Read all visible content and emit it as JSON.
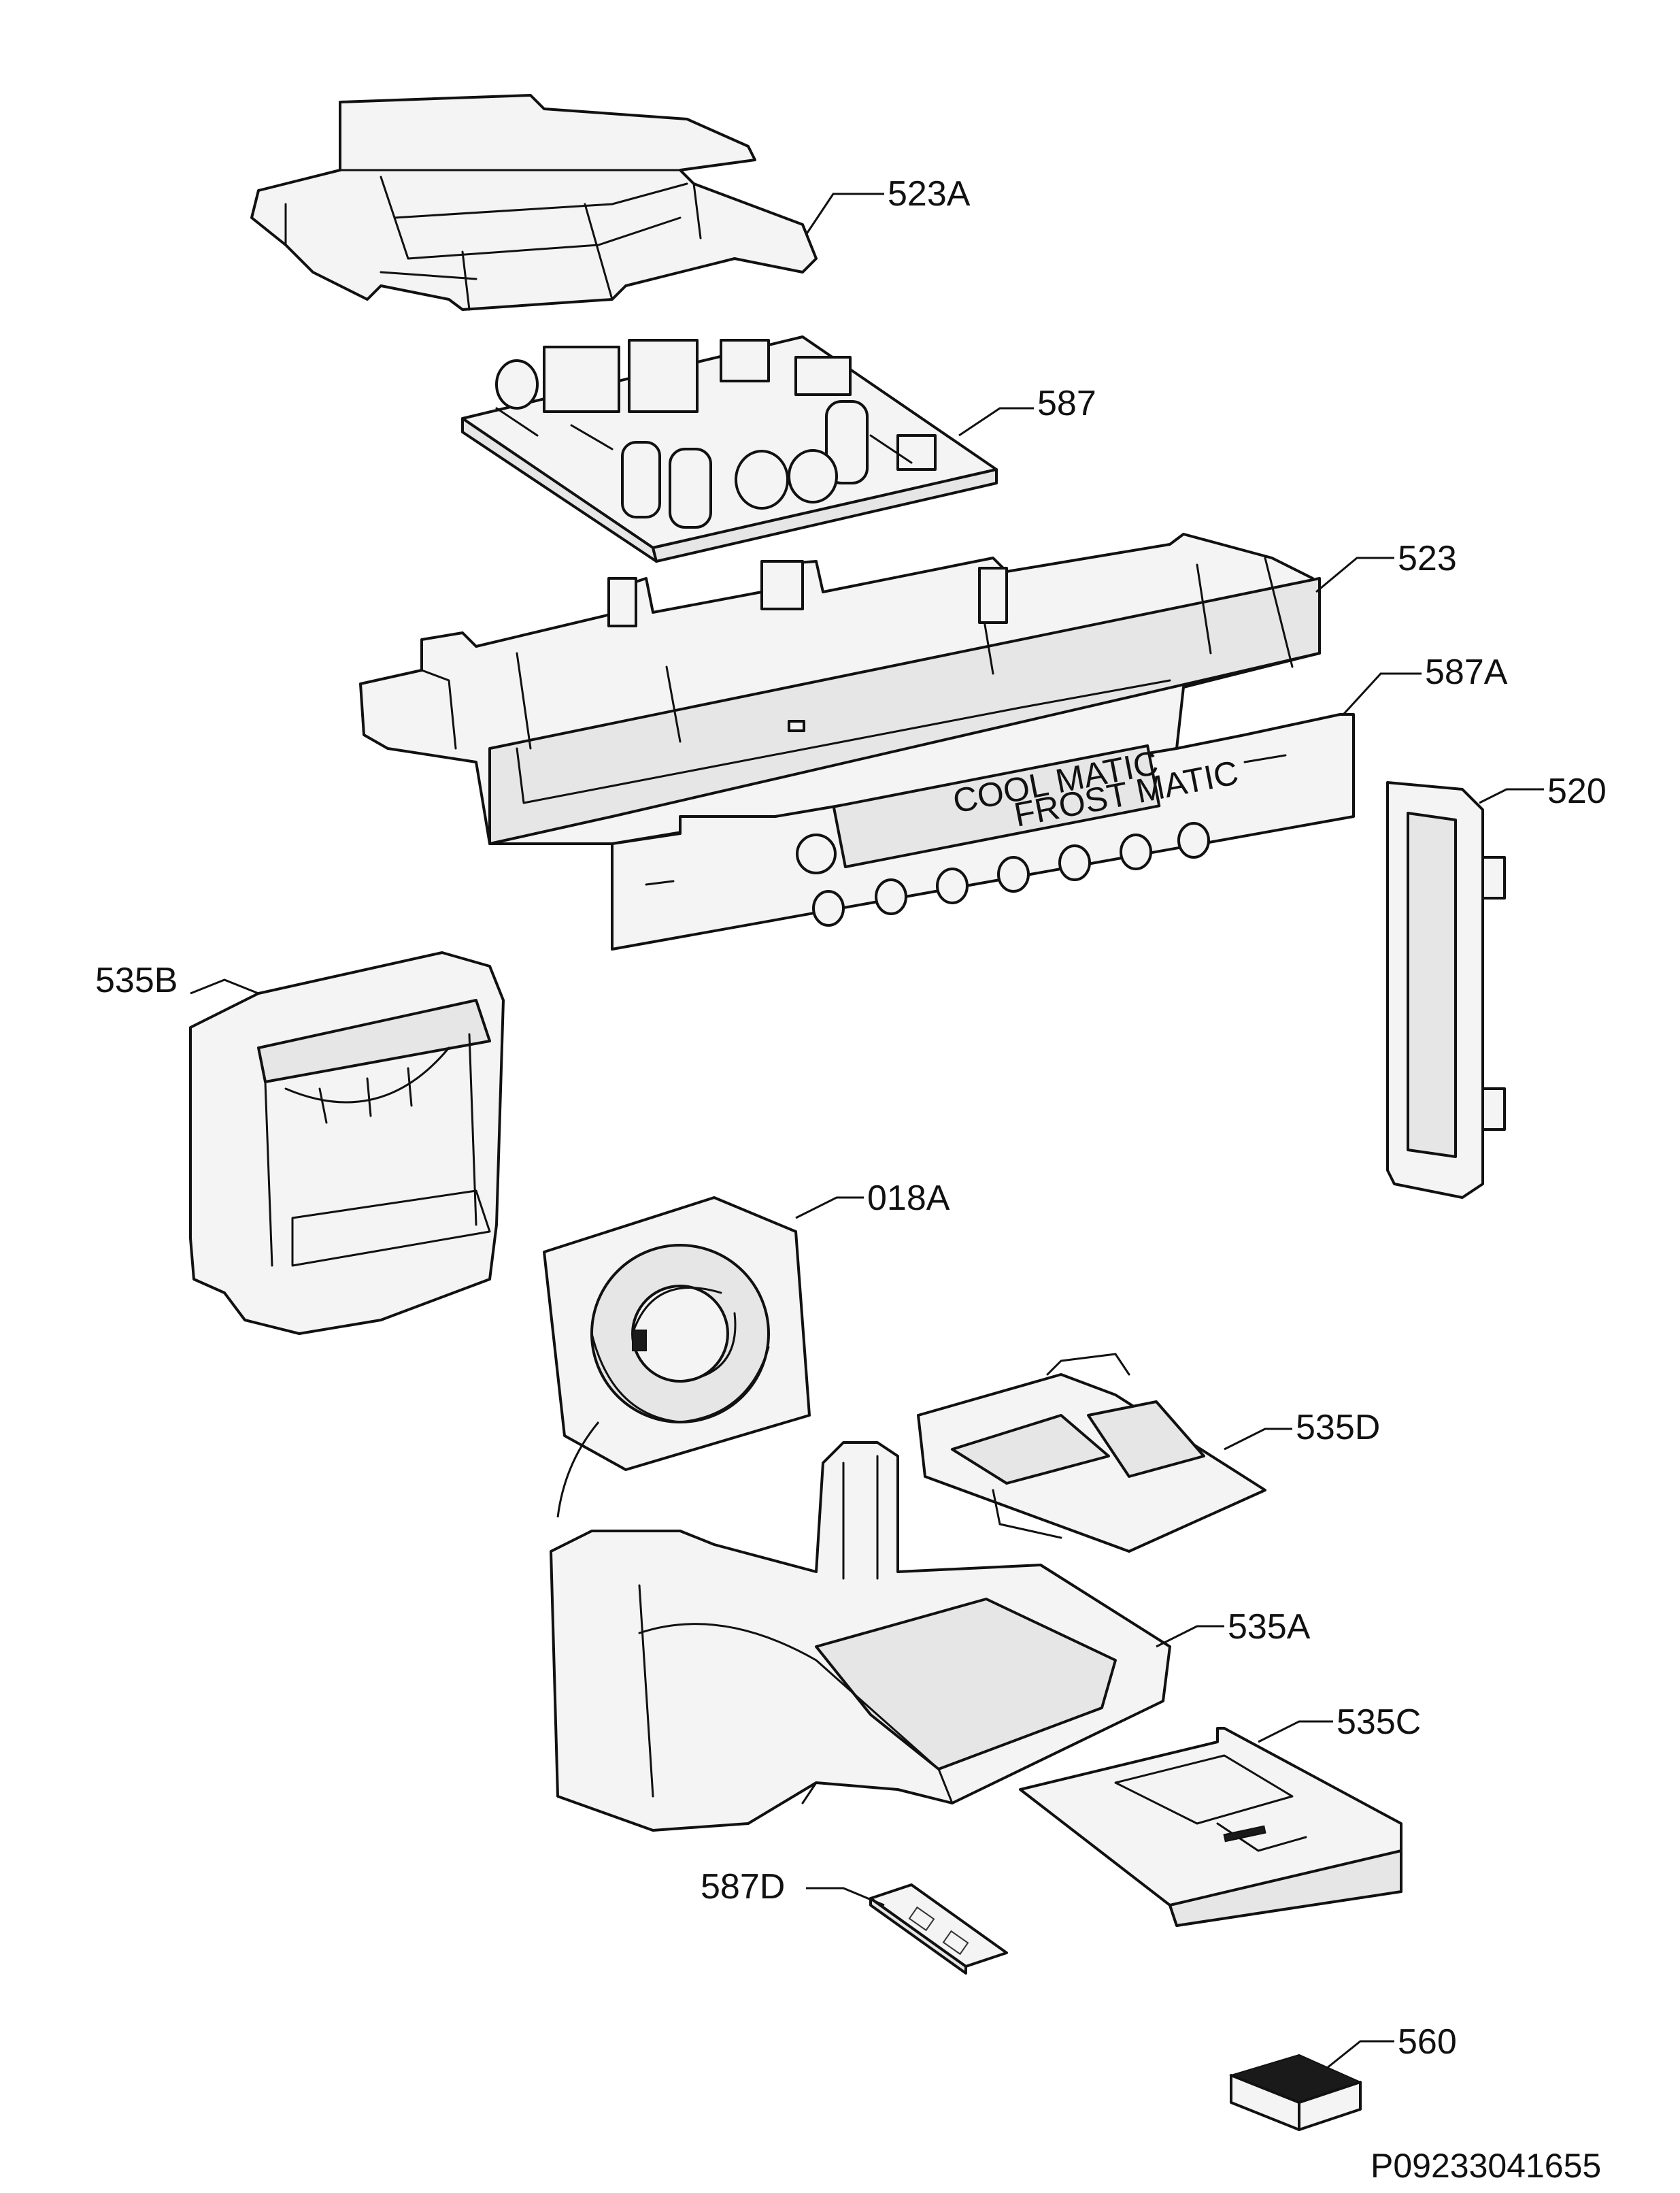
{
  "diagram": {
    "drawing_code": "P09233041655",
    "labels": {
      "523A": "523A",
      "587": "587",
      "523": "523",
      "587A": "587A",
      "520": "520",
      "535B": "535B",
      "018A": "018A",
      "535D": "535D",
      "535A": "535A",
      "535C": "535C",
      "587D": "587D",
      "560": "560"
    },
    "panel_text": {
      "coolmatic": "COOL MATIC",
      "frostmatic": "FROST MATIC"
    },
    "colors": {
      "line": "#111111",
      "fill": "#f4f4f4",
      "background": "#ffffff"
    }
  }
}
